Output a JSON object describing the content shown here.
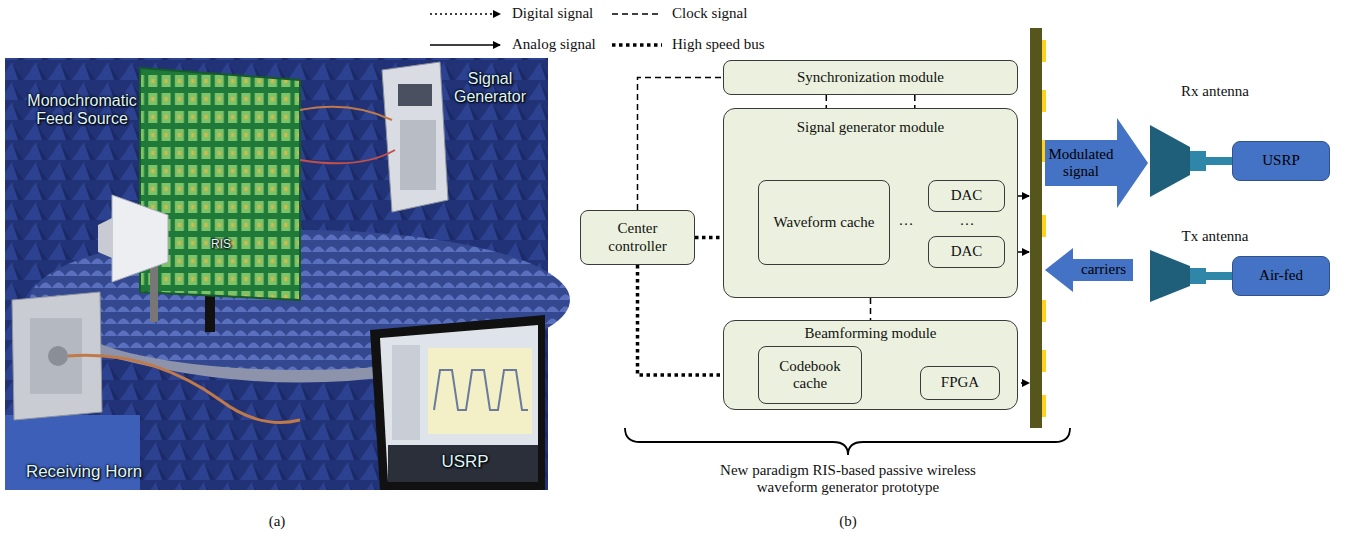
{
  "diagram": {
    "nodes": [
      {
        "text": [
          "Synchronization module"
        ]
      },
      {
        "text": [
          "Signal generator module"
        ]
      },
      {
        "text": [
          "Waveform cache"
        ],
        "in": 1
      },
      {
        "text": [
          "DAC"
        ],
        "in": 1
      },
      {
        "text": [
          "DAC"
        ],
        "in": 1
      },
      {
        "text": [
          "Beamforming module"
        ]
      },
      {
        "text": [
          "Codebook cache"
        ],
        "in": 5
      },
      {
        "text": [
          "FPGA"
        ],
        "in": 5
      },
      {
        "text": [
          "Center controller"
        ]
      },
      {
        "text": [
          "Modulated signal"
        ]
      },
      {
        "text": [
          "carriers"
        ]
      },
      {
        "text": [
          "USRP"
        ]
      },
      {
        "text": [
          "Air-fed"
        ]
      }
    ],
    "edges": [
      {
        "from": 8,
        "to": 0,
        "arrow": "none"
      },
      {
        "from": 8,
        "to": 2,
        "arrow": "none"
      },
      {
        "from": 8,
        "to": 6,
        "arrow": "none"
      },
      {
        "from": 2,
        "to": 3,
        "arrow": "to"
      },
      {
        "from": 2,
        "to": 4,
        "arrow": "to"
      },
      {
        "from": 6,
        "to": 7,
        "arrow": "to"
      },
      {
        "from": 0,
        "to": 1,
        "arrow": "none"
      },
      {
        "from": 0,
        "to": 1,
        "arrow": "none"
      },
      {
        "from": 1,
        "to": 5,
        "arrow": "none"
      }
    ],
    "labels": [
      "Monochromatic Feed Source",
      "Signal Generator",
      "RIS",
      "Receiving Horn",
      "USRP",
      "(a)",
      "…",
      "…",
      "Rx antenna",
      "Tx antenna",
      "New paradigm RIS-based passive wireless waveform generator prototype",
      "(b)"
    ],
    "legend": [
      {
        "text": "Digital signal"
      },
      {
        "text": "Clock signal"
      },
      {
        "text": "Analog signal"
      },
      {
        "text": "High speed bus"
      }
    ]
  }
}
